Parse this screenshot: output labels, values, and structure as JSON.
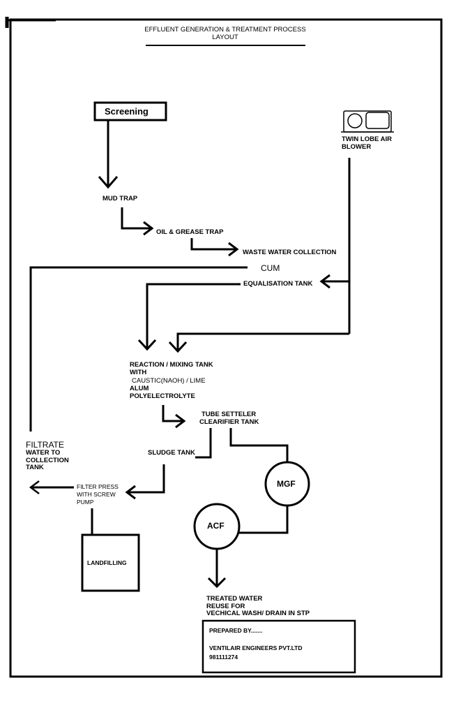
{
  "title": {
    "line1": "EFFLUENT GENERATION & TREATMENT PROCESS",
    "line2": "LAYOUT"
  },
  "nodes": {
    "screening": "Screening",
    "blower": [
      "TWIN LOBE AIR",
      "BLOWER"
    ],
    "mud_trap": "MUD TRAP",
    "oil_grease": "OIL & GREASE TRAP",
    "waste_water": "WASTE WATER COLLECTION",
    "cum": "CUM",
    "equalisation": "EQUALISATION TANK",
    "reaction": [
      "REACTION / MIXING TANK",
      "WITH"
    ],
    "caustic": "CAUSTIC(NAOH) / LIME",
    "alum": [
      "ALUM",
      "POLYELECTROLYTE"
    ],
    "tube_settler": [
      "TUBE SETTELER",
      "CLEARIFIER  TANK"
    ],
    "filtrate_heading": "FILTRATE",
    "filtrate": [
      "WATER  TO",
      "COLLECTION",
      "TANK"
    ],
    "sludge_tank": "SLUDGE TANK",
    "filter_press": [
      "FILTER PRESS",
      "WITH SCREW",
      "PUMP"
    ],
    "mgf": "MGF",
    "acf": "ACF",
    "landfilling": "LANDFILLING",
    "treated_water": [
      "TREATED WATER",
      "REUSE FOR",
      "VECHICAL WASH/ DRAIN IN STP"
    ]
  },
  "prepared": {
    "label": "PREPARED BY.......",
    "company": "VENTILAIR ENGINEERS PVT.LTD",
    "phone": "981111274"
  }
}
